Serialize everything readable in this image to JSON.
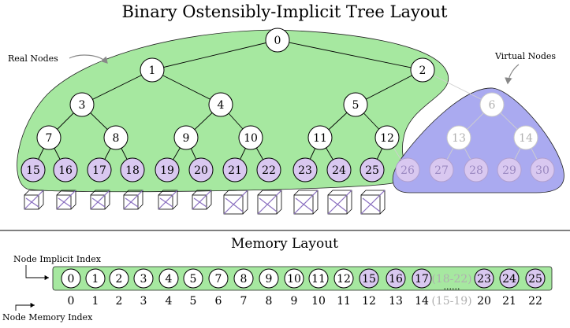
{
  "title": "Binary Ostensibly-Implicit Tree Layout",
  "annotations": {
    "real_nodes": "Real Nodes",
    "virtual_nodes": "Virtual Nodes"
  },
  "memory": {
    "title": "Memory Layout",
    "implicit_label": "Node Implicit Index",
    "memory_label": "Node Memory Index",
    "cells": [
      "0",
      "1",
      "2",
      "3",
      "4",
      "5",
      "7",
      "8",
      "9",
      "10",
      "11",
      "12",
      "15",
      "16",
      "17",
      "(18-22)",
      "23",
      "24",
      "25"
    ],
    "gap_dots": "......",
    "memory_indices": [
      "0",
      "1",
      "2",
      "3",
      "4",
      "5",
      "6",
      "7",
      "8",
      "9",
      "10",
      "11",
      "12",
      "13",
      "14",
      "(15-19)",
      "20",
      "21",
      "22"
    ]
  },
  "tree": {
    "internal_real": [
      "0",
      "1",
      "2",
      "3",
      "4",
      "5",
      "7",
      "8",
      "9",
      "10",
      "11",
      "12"
    ],
    "leaves_real": [
      "15",
      "16",
      "17",
      "18",
      "19",
      "20",
      "21",
      "22",
      "23",
      "24",
      "25"
    ],
    "virtual": [
      "6",
      "13",
      "14",
      "26",
      "27",
      "28",
      "29",
      "30"
    ]
  },
  "colors": {
    "real_region": "#a6e8a0",
    "virtual_region": "#aaaaf0",
    "leaf_fill": "#d9c8f0",
    "virtual_text": "#b0b0b0",
    "virtual_leaf_text": "#9a88c0"
  }
}
